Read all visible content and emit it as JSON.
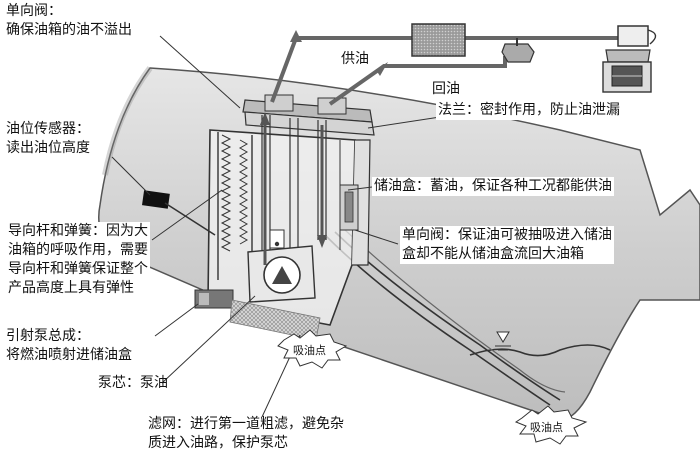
{
  "diagram": {
    "check_valve_top": {
      "line1": "单向阀：",
      "line2": "确保油箱的油不溢出"
    },
    "supply": "供油",
    "return": "回油",
    "flange": "法兰：密封作用，防止油泄漏",
    "level_sensor": {
      "line1": "油位传感器：",
      "line2": "读出油位高度"
    },
    "reservoir": "储油盒：蓄油，保证各种工况都能供油",
    "check_valve_mid": {
      "line1": "单向阀：保证油可被抽吸进入储油",
      "line2": "盒却不能从储油盒流回大油箱"
    },
    "guide_spring": {
      "line1": "导向杆和弹簧：因为大",
      "line2": "油箱的呼吸作用，需要",
      "line3": "导向杆和弹簧保证整个",
      "line4": "产品高度上具有弹性"
    },
    "jet_pump": {
      "line1": "引射泵总成：",
      "line2": "将燃油喷射进储油盒"
    },
    "pump_core": "泵芯：泵油",
    "filter": {
      "line1": "滤网：进行第一道粗滤，避免杂",
      "line2": "质进入油路，保护泵芯"
    },
    "suction_point_left": "吸油点",
    "suction_point_right": "吸油点"
  }
}
